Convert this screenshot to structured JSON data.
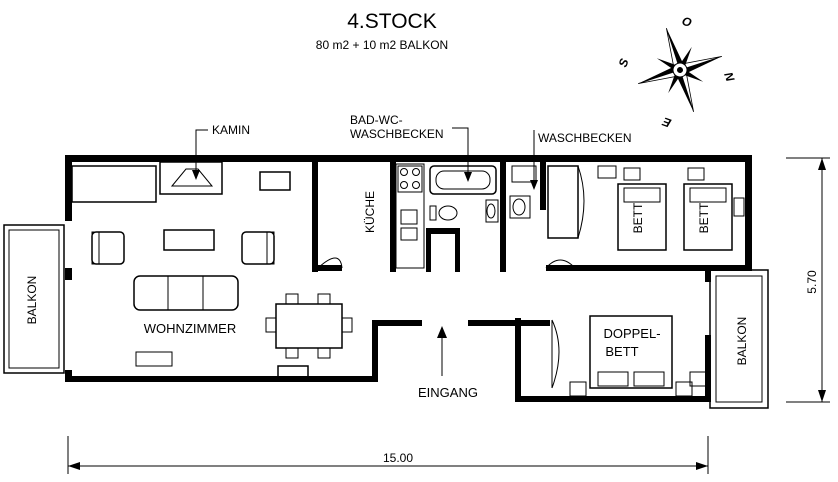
{
  "title": "4.STOCK",
  "subtitle": "80 m2 + 10 m2 BALKON",
  "compass": {
    "s": "S",
    "o": "O",
    "n": "N",
    "e": "E"
  },
  "labels": {
    "kamin": "KAMIN",
    "bad_line1": "BAD-WC-",
    "bad_line2": "WASCHBECKEN",
    "waschbecken": "WASCHBECKEN",
    "kueche": "KÜCHE",
    "bett1": "BETT",
    "bett2": "BETT",
    "doppel_line1": "DOPPEL-",
    "doppel_line2": "BETT",
    "wohnzimmer": "WOHNZIMMER",
    "eingang": "EINGANG",
    "balkon_left": "BALKON",
    "balkon_right": "BALKON"
  },
  "dimensions": {
    "width": "15.00",
    "depth": "5.70"
  }
}
